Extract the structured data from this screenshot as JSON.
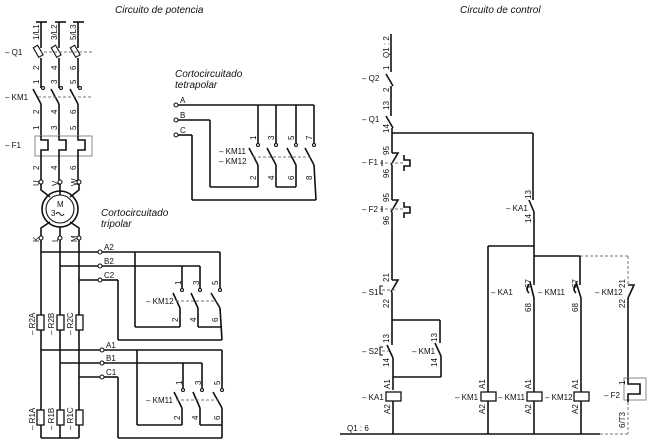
{
  "titles": {
    "power": "Circuito de potencia",
    "control": "Circuito de control",
    "tetrapolar_1": "Cortocircuitado",
    "tetrapolar_2": "tetrapolar",
    "tripolar_1": "Cortocircuitado",
    "tripolar_2": "tripolar"
  },
  "power": {
    "supply": [
      "1/L1",
      "3/L2",
      "5/L3"
    ],
    "q1": "– Q1",
    "km1": "– KM1",
    "f1": "– F1",
    "motor_top": [
      "U",
      "V",
      "W"
    ],
    "motor_bottom": [
      "K",
      "L",
      "M"
    ],
    "motor_M": "M",
    "motor_3": "3",
    "q1_terms_top": [
      "2",
      "4",
      "6"
    ],
    "q1_terms_bot": [
      "1",
      "3",
      "5"
    ],
    "km1_terms_top": [
      "2",
      "4",
      "6"
    ],
    "km1_terms_bot": [
      "1",
      "3",
      "5"
    ],
    "f1_terms": [
      "2",
      "4",
      "6"
    ],
    "resistors_2": [
      "– R2A",
      "– R2B",
      "– R2C"
    ],
    "resistors_1": [
      "– R1A",
      "– R1B",
      "– R1C"
    ],
    "nodes_2": [
      "A2",
      "B2",
      "C2"
    ],
    "nodes_1": [
      "A1",
      "B1",
      "C1"
    ],
    "km12": "– KM12",
    "km11": "– KM11",
    "contact_top": [
      "1",
      "3",
      "5"
    ],
    "contact_bot": [
      "2",
      "4",
      "6"
    ]
  },
  "tetrapolar": {
    "nodes": [
      "A",
      "B",
      "C"
    ],
    "km11": "– KM11",
    "km12": "– KM12",
    "top": [
      "1",
      "3",
      "5",
      "7"
    ],
    "bot": [
      "2",
      "4",
      "6",
      "8"
    ]
  },
  "control": {
    "q1_top": "Q1 : 2",
    "q1_1": "1",
    "q2": "– Q2",
    "q2_2": "2",
    "q1": "– Q1",
    "q1_13": "13",
    "q1_14": "14",
    "f1": "– F1",
    "f2": "– F2",
    "t95": "95",
    "t96": "96",
    "ka1_contact": "– KA1",
    "t13": "13",
    "t14": "14",
    "s1": "– S1",
    "t21": "21",
    "t22": "22",
    "s2": "– S2",
    "km1_contact": "– KM1",
    "ka1_coil": "– KA1",
    "km1_coil": "– KM1",
    "km11_coil": "– KM11",
    "km12_coil": "– KM12",
    "f2_coil": "– F2",
    "a1": "A1",
    "a2": "A2",
    "ka1_timed": "– KA1",
    "km11_timed": "– KM11",
    "km12_nc": "– KM12",
    "t67": "67",
    "t68": "68",
    "f2_1": "1",
    "f2_6t3": "6/T3",
    "q1_6": "Q1 : 6"
  }
}
